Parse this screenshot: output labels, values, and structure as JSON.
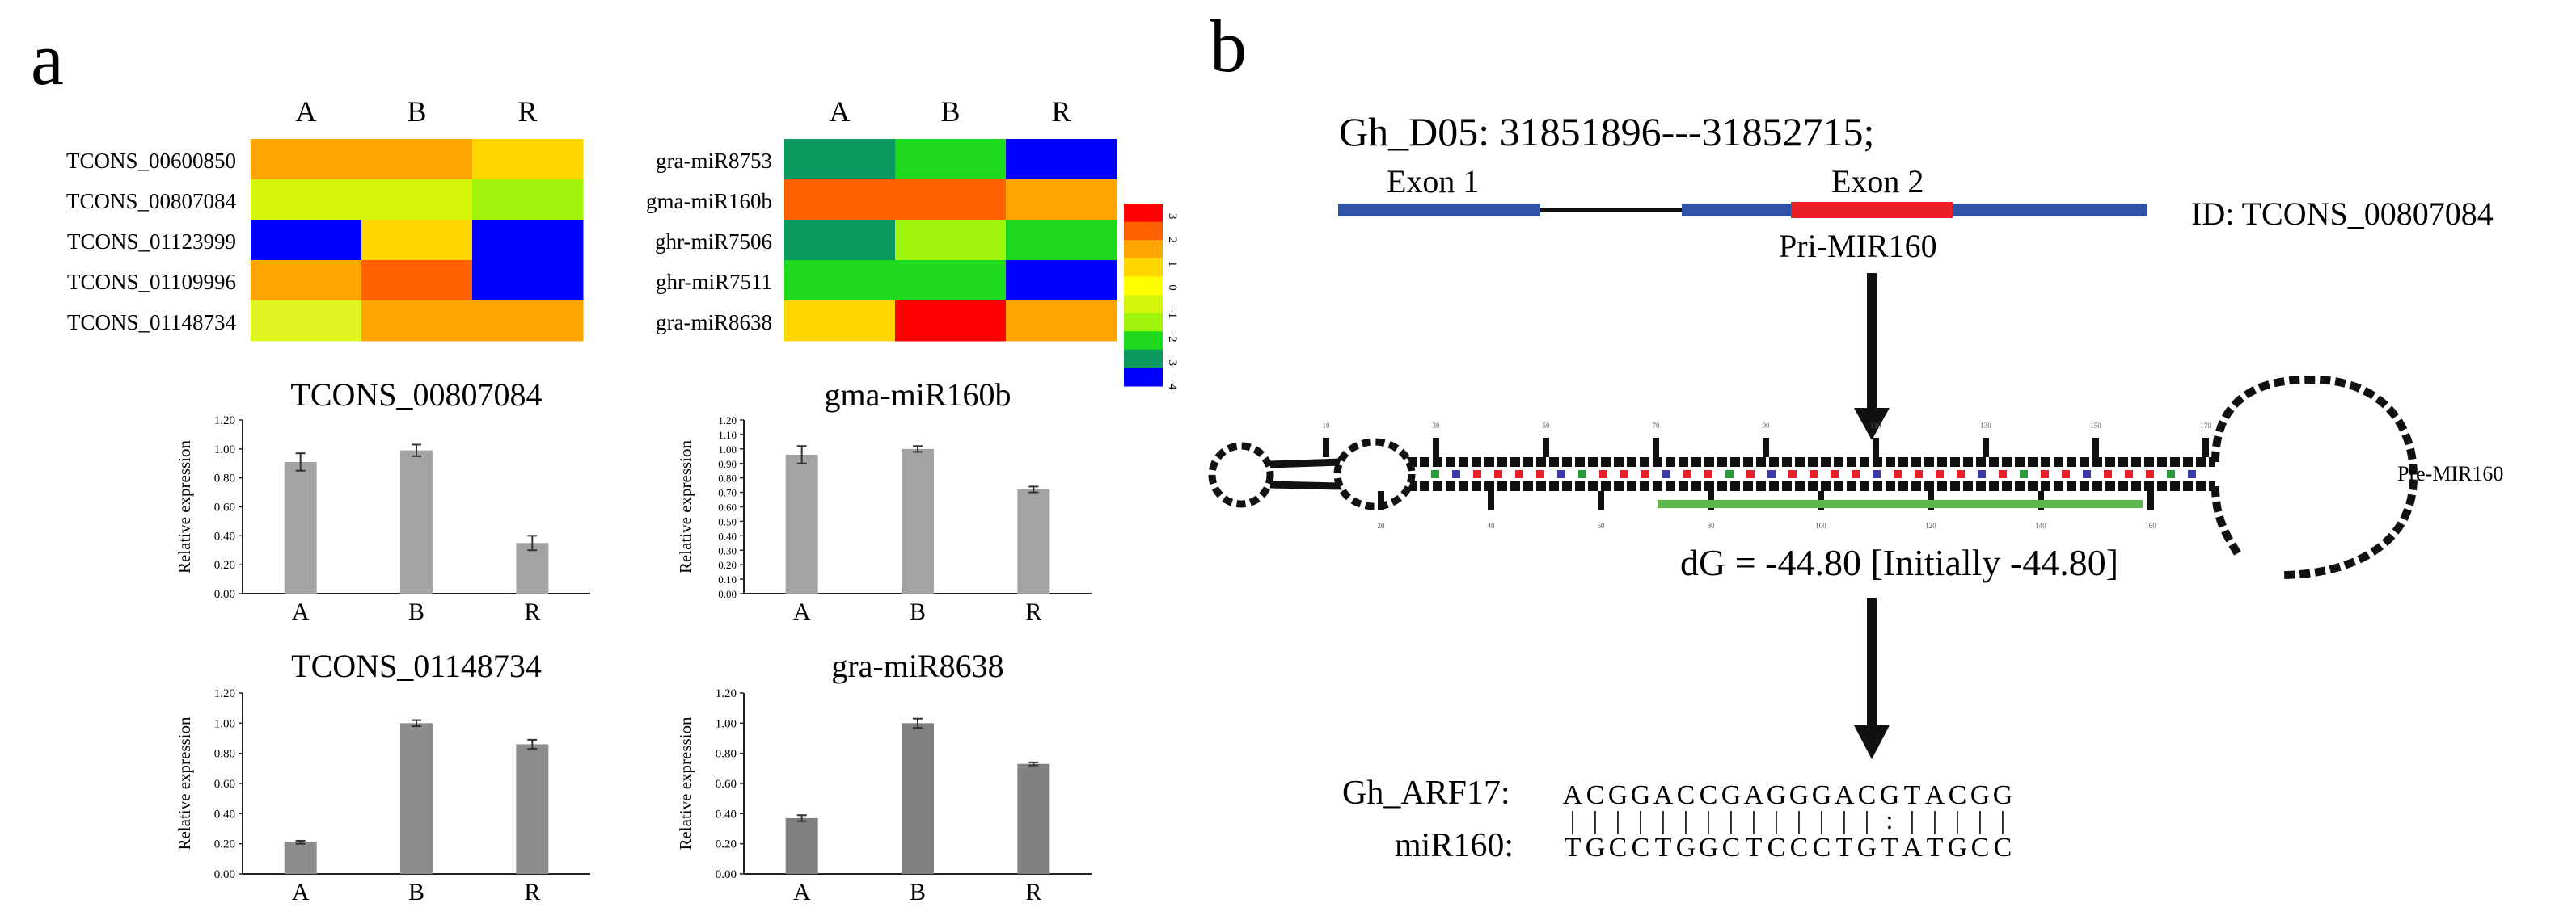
{
  "panels": {
    "a": {
      "label": "a"
    },
    "b": {
      "label": "b"
    }
  },
  "heatmap1": {
    "columns": [
      "A",
      "B",
      "R"
    ],
    "rows": [
      {
        "label": "TCONS_00600850",
        "colors": [
          "#ffa500",
          "#ffa500",
          "#ffd700"
        ]
      },
      {
        "label": "TCONS_00807084",
        "colors": [
          "#d5f50a",
          "#d5f50a",
          "#a0f50a"
        ]
      },
      {
        "label": "TCONS_01123999",
        "colors": [
          "#0000ff",
          "#ffd700",
          "#0000ff"
        ]
      },
      {
        "label": "TCONS_01109996",
        "colors": [
          "#ffa500",
          "#ff6000",
          "#0000ff"
        ]
      },
      {
        "label": "TCONS_01148734",
        "colors": [
          "#e0f520",
          "#ffa500",
          "#ffa500"
        ]
      }
    ]
  },
  "heatmap2": {
    "columns": [
      "A",
      "B",
      "R"
    ],
    "rows": [
      {
        "label": "gra-miR8753",
        "colors": [
          "#0a9a60",
          "#1ed91e",
          "#0000ff"
        ]
      },
      {
        "label": "gma-miR160b",
        "colors": [
          "#ff6000",
          "#ff6000",
          "#ffa500"
        ]
      },
      {
        "label": "ghr-miR7506",
        "colors": [
          "#0a9a60",
          "#a0f50a",
          "#1ed91e"
        ]
      },
      {
        "label": "ghr-miR7511",
        "colors": [
          "#1ed91e",
          "#1ed91e",
          "#0000ff"
        ]
      },
      {
        "label": "gra-miR8638",
        "colors": [
          "#ffd700",
          "#ff0000",
          "#ffa500"
        ]
      }
    ]
  },
  "colorbar": {
    "colors": [
      "#ff0000",
      "#ff6000",
      "#ffa500",
      "#ffd700",
      "#ffff00",
      "#d5f50a",
      "#a0f50a",
      "#1ed91e",
      "#0a9a60",
      "#0000ff"
    ],
    "labels": [
      "3",
      "2",
      "1",
      "0",
      "-1",
      "-2",
      "-3",
      "-4"
    ]
  },
  "chart_data": [
    {
      "type": "bar",
      "title": "TCONS_00807084",
      "categories": [
        "A",
        "B",
        "R"
      ],
      "values": [
        0.91,
        0.99,
        0.35
      ],
      "errors": [
        0.06,
        0.04,
        0.05
      ],
      "ylabel": "Relative expression",
      "ylim": [
        0,
        1.2
      ],
      "yticks": [
        "0.00",
        "0.20",
        "0.40",
        "0.60",
        "0.80",
        "1.00",
        "1.20"
      ],
      "bar_color": "#a3a3a3"
    },
    {
      "type": "bar",
      "title": "gma-miR160b",
      "categories": [
        "A",
        "B",
        "R"
      ],
      "values": [
        0.96,
        1.0,
        0.72
      ],
      "errors": [
        0.06,
        0.02,
        0.02
      ],
      "ylabel": "Relative expression",
      "ylim": [
        0,
        1.2
      ],
      "yticks": [
        "0.00",
        "0.10",
        "0.20",
        "0.30",
        "0.40",
        "0.50",
        "0.60",
        "0.70",
        "0.80",
        "0.90",
        "1.00",
        "1.10",
        "1.20"
      ],
      "bar_color": "#a3a3a3"
    },
    {
      "type": "bar",
      "title": "TCONS_01148734",
      "categories": [
        "A",
        "B",
        "R"
      ],
      "values": [
        0.21,
        1.0,
        0.86
      ],
      "errors": [
        0.01,
        0.02,
        0.03
      ],
      "ylabel": "Relative expression",
      "ylim": [
        0,
        1.2
      ],
      "yticks": [
        "0.00",
        "0.20",
        "0.40",
        "0.60",
        "0.80",
        "1.00",
        "1.20"
      ],
      "bar_color": "#8c8c8c"
    },
    {
      "type": "bar",
      "title": "gra-miR8638",
      "categories": [
        "A",
        "B",
        "R"
      ],
      "values": [
        0.37,
        1.0,
        0.73
      ],
      "errors": [
        0.02,
        0.03,
        0.01
      ],
      "ylabel": "Relative expression",
      "ylim": [
        0,
        1.2
      ],
      "yticks": [
        "0.00",
        "0.20",
        "0.40",
        "0.60",
        "0.80",
        "1.00",
        "1.20"
      ],
      "bar_color": "#808080"
    }
  ],
  "gene": {
    "locus": "Gh_D05: 31851896---31852715;",
    "exon1": "Exon 1",
    "exon2": "Exon 2",
    "pri_label": "Pri-MIR160",
    "id_label": "ID: TCONS_00807084",
    "exon_color": "#2e54a8",
    "mir_region_color": "#e8202a"
  },
  "structure": {
    "label": "Pre-MIR160",
    "dg": "dG = -44.80 [Initially -44.80]",
    "mature_color": "#5cb84a",
    "tick_labels": [
      "10",
      "20",
      "30",
      "40",
      "50",
      "60",
      "70",
      "80",
      "90",
      "100",
      "110",
      "120",
      "130",
      "140",
      "150",
      "160",
      "170"
    ],
    "base_colors": {
      "GC": "#e8202a",
      "AU": "#3a3aa8",
      "GU": "#2a9a3a"
    }
  },
  "alignment": {
    "target_label": "Gh_ARF17:",
    "target_seq": [
      "A",
      "C",
      "G",
      "G",
      "A",
      "C",
      "C",
      "G",
      "A",
      "G",
      "G",
      "G",
      "A",
      "C",
      "G",
      "T",
      "A",
      "C",
      "G",
      "G"
    ],
    "mirna_label": "miR160:",
    "mirna_seq": [
      "T",
      "G",
      "C",
      "C",
      "T",
      "G",
      "G",
      "C",
      "T",
      "C",
      "C",
      "C",
      "T",
      "G",
      "T",
      "A",
      "T",
      "G",
      "C",
      "C"
    ],
    "pairing": [
      "|",
      "|",
      "|",
      "|",
      "|",
      "|",
      "|",
      "|",
      "|",
      "|",
      "|",
      "|",
      "|",
      "|",
      ":",
      "|",
      "|",
      "|",
      "|",
      "|"
    ]
  }
}
